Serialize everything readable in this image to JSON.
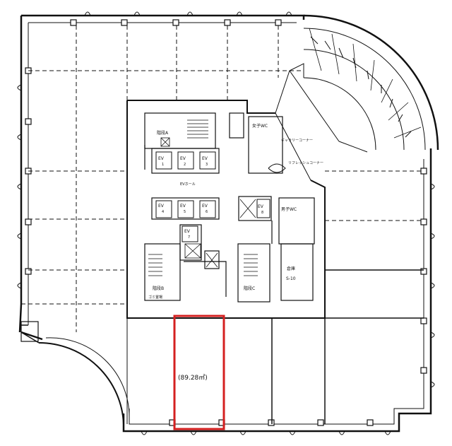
{
  "floor": {
    "stairs_a": "階段A",
    "stairs_b": "階段B",
    "stairs_c": "階段C",
    "womens_wc": "女子WC",
    "mens_wc": "男子WC",
    "ev_hall": "EVホール",
    "gallery_corner": "ギャラリーコーナー",
    "refresh_corner": "リフレッシュコーナー",
    "garbage_room": "ゴミ置場",
    "storage": "倉庫",
    "storage_no": "S-10",
    "elevators": [
      {
        "id": "ev1",
        "label": "EV",
        "num": "1"
      },
      {
        "id": "ev2",
        "label": "EV",
        "num": "2"
      },
      {
        "id": "ev3",
        "label": "EV",
        "num": "3"
      },
      {
        "id": "ev4",
        "label": "EV",
        "num": "4"
      },
      {
        "id": "ev5",
        "label": "EV",
        "num": "5"
      },
      {
        "id": "ev6",
        "label": "EV",
        "num": "6"
      },
      {
        "id": "ev7",
        "label": "EV",
        "num": "7"
      },
      {
        "id": "ev8",
        "label": "EV",
        "num": "8"
      }
    ],
    "unit": {
      "area_label": "(89.28㎡)",
      "highlight_color": "#d42020"
    }
  },
  "colors": {
    "line": "#111111",
    "highlight": "#d42020",
    "background": "#ffffff"
  }
}
